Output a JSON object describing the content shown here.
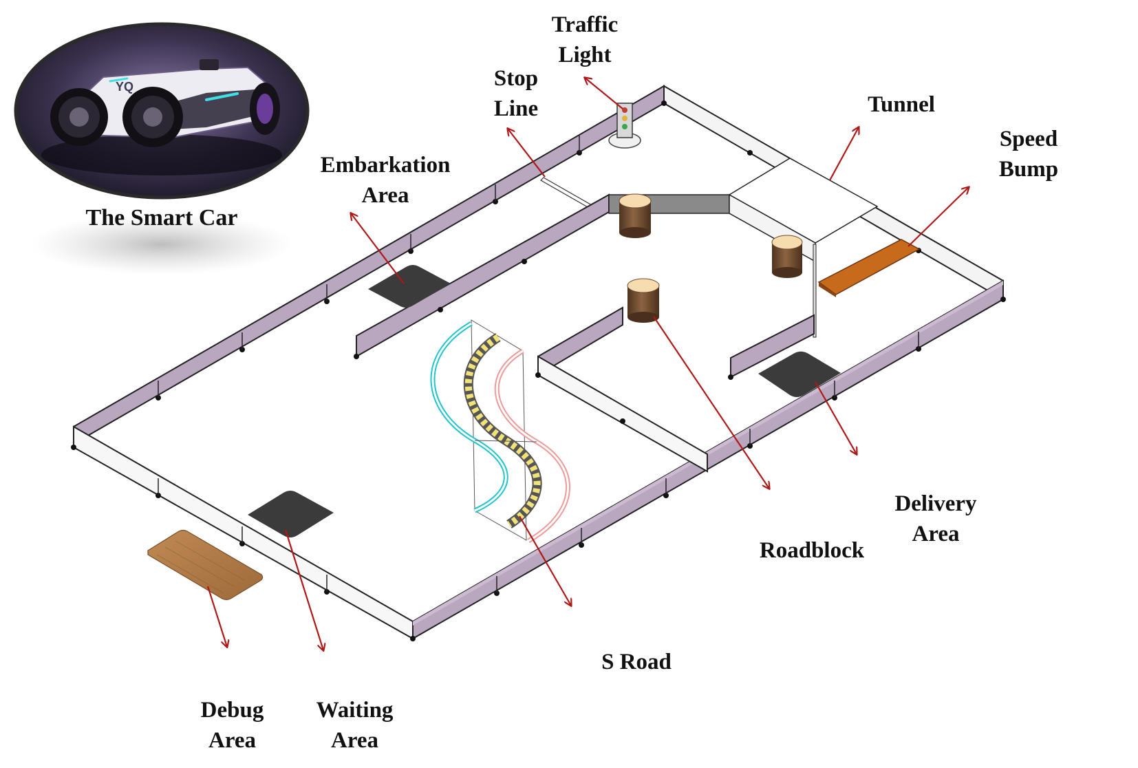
{
  "figure": {
    "inset": {
      "caption": "The Smart Car",
      "brand_mark": "YQ"
    },
    "colors": {
      "wall_purple": "#b9a6bf",
      "wall_white": "#f7f7f7",
      "outline": "#222222",
      "arrow_red": "#b01818",
      "pad_dark": "#3b3b3b",
      "debug_wood": "#b8804c",
      "speed_bump": "#c86a1c",
      "roadblock_brown": "#6e4a2c",
      "roadblock_top": "#f6dcae",
      "tunnel_gray": "#8a8a8a",
      "s_road_cyan": "#22c4cc",
      "s_road_pink": "#ee9a9a",
      "s_road_yellow": "#f2e27a"
    },
    "labels": {
      "traffic_light": [
        "Traffic",
        "Light"
      ],
      "stop_line": [
        "Stop",
        "Line"
      ],
      "tunnel": [
        "Tunnel"
      ],
      "speed_bump": [
        "Speed",
        "Bump"
      ],
      "embarkation_area": [
        "Embarkation",
        "Area"
      ],
      "delivery_area": [
        "Delivery",
        "Area"
      ],
      "roadblock": [
        "Roadblock"
      ],
      "s_road": [
        "S Road"
      ],
      "debug_area": [
        "Debug",
        "Area"
      ],
      "waiting_area": [
        "Waiting",
        "Area"
      ]
    }
  }
}
